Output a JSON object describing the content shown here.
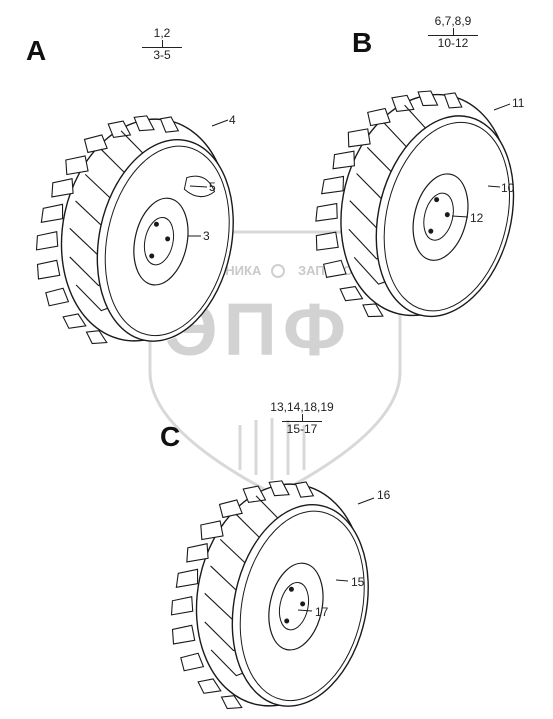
{
  "watermark": {
    "brand": "ЭПФ",
    "line_left": "ТЕХНИКА",
    "line_right": "ЗАПЧАСТИ"
  },
  "groups": [
    {
      "letter": "A",
      "frac_top": "1,2",
      "frac_bottom": "3-5"
    },
    {
      "letter": "B",
      "frac_top": "6,7,8,9",
      "frac_bottom": "10-12"
    },
    {
      "letter": "C",
      "frac_top": "13,14,18,19",
      "frac_bottom": "15-17"
    }
  ],
  "callouts": {
    "c3": "3",
    "c4": "4",
    "c5": "5",
    "c10": "10",
    "c11": "11",
    "c12": "12",
    "c15": "15",
    "c16": "16",
    "c17": "17"
  },
  "colors": {
    "line": "#1a1a1a",
    "watermark": "#d4d4d4"
  }
}
